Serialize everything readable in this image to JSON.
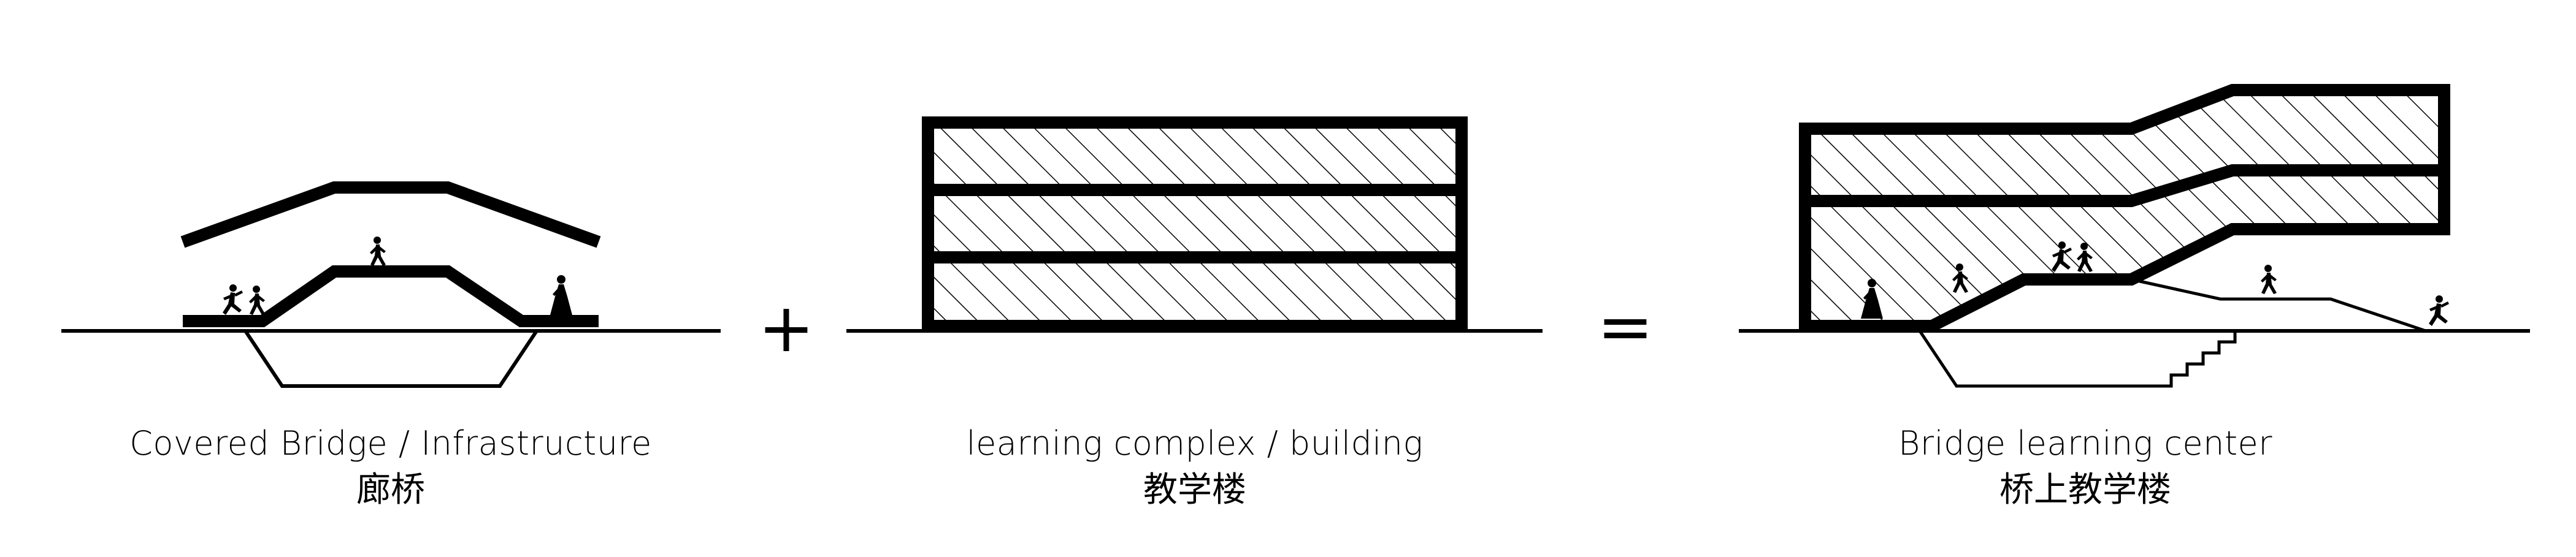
{
  "panels": [
    {
      "id": "covered-bridge",
      "title_en": "Covered Bridge / Infrastructure",
      "title_zh": "廊桥"
    },
    {
      "id": "learning-complex",
      "title_en": "learning complex / building",
      "title_zh": "教学楼"
    },
    {
      "id": "bridge-learning-center",
      "title_en": "Bridge learning center",
      "title_zh": "桥上教学楼"
    }
  ],
  "operators": {
    "plus": "+",
    "equals": "="
  },
  "colors": {
    "ink": "#000000",
    "paper": "#ffffff"
  }
}
